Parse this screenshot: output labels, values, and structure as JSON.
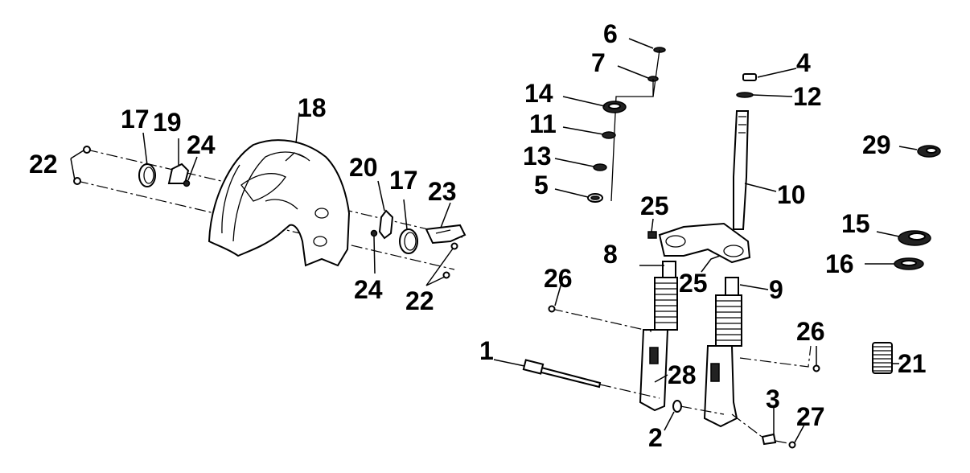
{
  "callouts": {
    "c1": "1",
    "c2": "2",
    "c3": "3",
    "c4": "4",
    "c5": "5",
    "c6": "6",
    "c7": "7",
    "c8": "8",
    "c9": "9",
    "c10": "10",
    "c11": "11",
    "c12": "12",
    "c13": "13",
    "c14": "14",
    "c15": "15",
    "c16": "16",
    "c17a": "17",
    "c17b": "17",
    "c18": "18",
    "c19": "19",
    "c20": "20",
    "c21": "21",
    "c22a": "22",
    "c22b": "22",
    "c23": "23",
    "c24a": "24",
    "c24b": "24",
    "c25a": "25",
    "c25b": "25",
    "c26a": "26",
    "c26b": "26",
    "c27": "27",
    "c28": "28",
    "c29": "29"
  }
}
